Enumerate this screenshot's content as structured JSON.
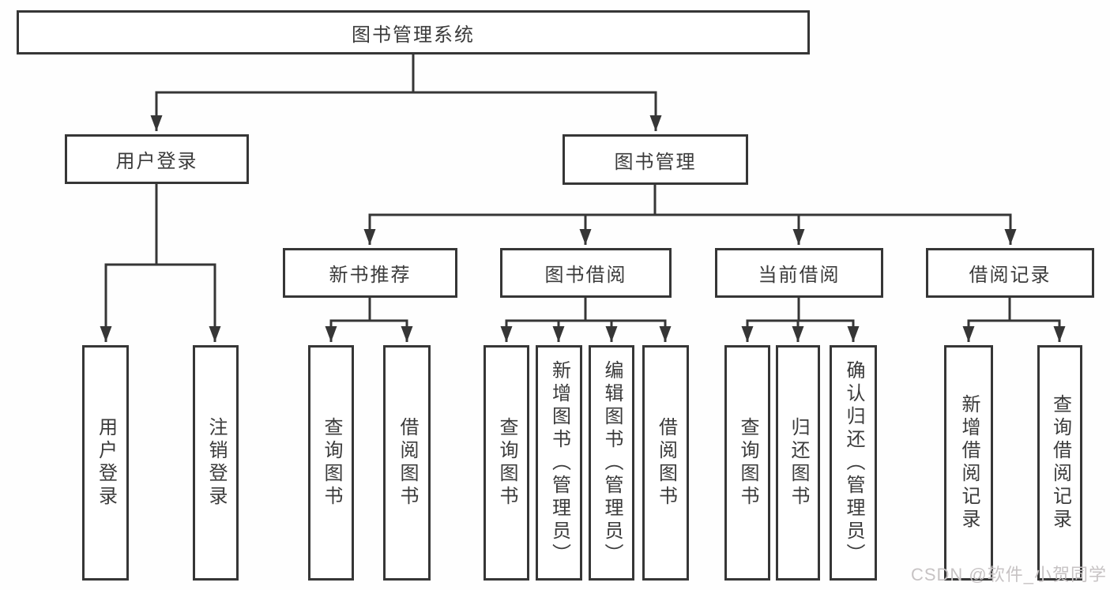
{
  "tree": {
    "root": "图书管理系统",
    "level1": [
      {
        "label": "用户登录",
        "children": [
          "用户登录",
          "注销登录"
        ]
      },
      {
        "label": "图书管理",
        "children": [
          {
            "label": "新书推荐",
            "children": [
              "查询图书",
              "借阅图书"
            ]
          },
          {
            "label": "图书借阅",
            "children": [
              "查询图书",
              "新增图书（管理员）",
              "编辑图书（管理员）",
              "借阅图书"
            ]
          },
          {
            "label": "当前借阅",
            "children": [
              "查询图书",
              "归还图书",
              "确认归还（管理员）"
            ]
          },
          {
            "label": "借阅记录",
            "children": [
              "新增借阅记录",
              "查询借阅记录"
            ]
          }
        ]
      }
    ]
  },
  "watermark": {
    "text": "CSDN @软件_小贺同学"
  },
  "colors": {
    "line": "#363636",
    "text": "#3b3b3b",
    "watermark": "#c7c3c4",
    "background": "#fefefe"
  }
}
